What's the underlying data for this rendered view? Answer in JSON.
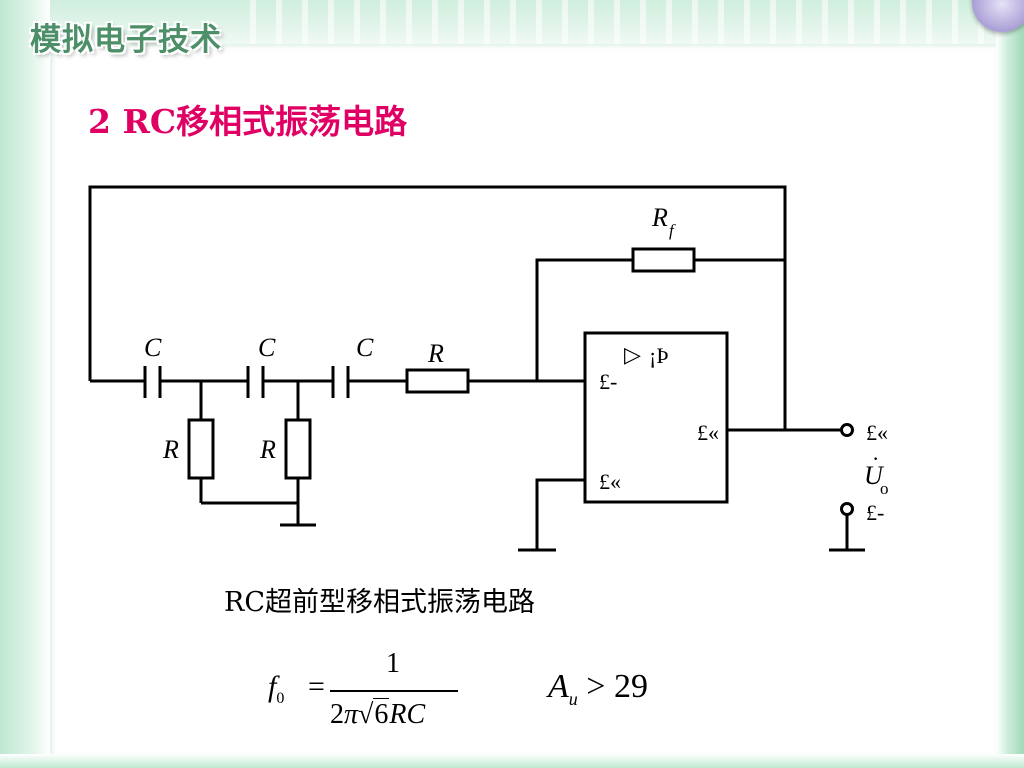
{
  "header": {
    "course_title": "模拟电子技术"
  },
  "slide": {
    "title": "2 RC移相式振荡电路",
    "caption": "RC超前型移相式振荡电路"
  },
  "circuit": {
    "labels": {
      "rf": "R",
      "rf_sub": "f",
      "c1": "C",
      "c2": "C",
      "c3": "C",
      "r_series": "R",
      "r1": "R",
      "r2": "R",
      "opamp_symbol": "▷",
      "opamp_gain": "¡Þ",
      "opamp_inv": "£-",
      "opamp_noninv": "£«",
      "opamp_out": "£«",
      "terminal_plus": "£«",
      "terminal_minus": "£-",
      "output_u": "U",
      "output_dot": "·",
      "output_sub": "o"
    }
  },
  "formulas": {
    "f0": {
      "lhs": "f",
      "lhs_sub": "0",
      "equals": "=",
      "numerator": "1",
      "den_prefix": "2",
      "den_pi": "π",
      "den_radical": "√",
      "den_radicand": "6",
      "den_rc": "RC"
    },
    "gain": {
      "symbol": "A",
      "sub": "u",
      "relation": "> 29"
    }
  },
  "colors": {
    "title": "#e00064",
    "frame_green": "#9fd9b8",
    "logo_text": "#4d8f68",
    "orb_purple": "#a99ed6"
  }
}
